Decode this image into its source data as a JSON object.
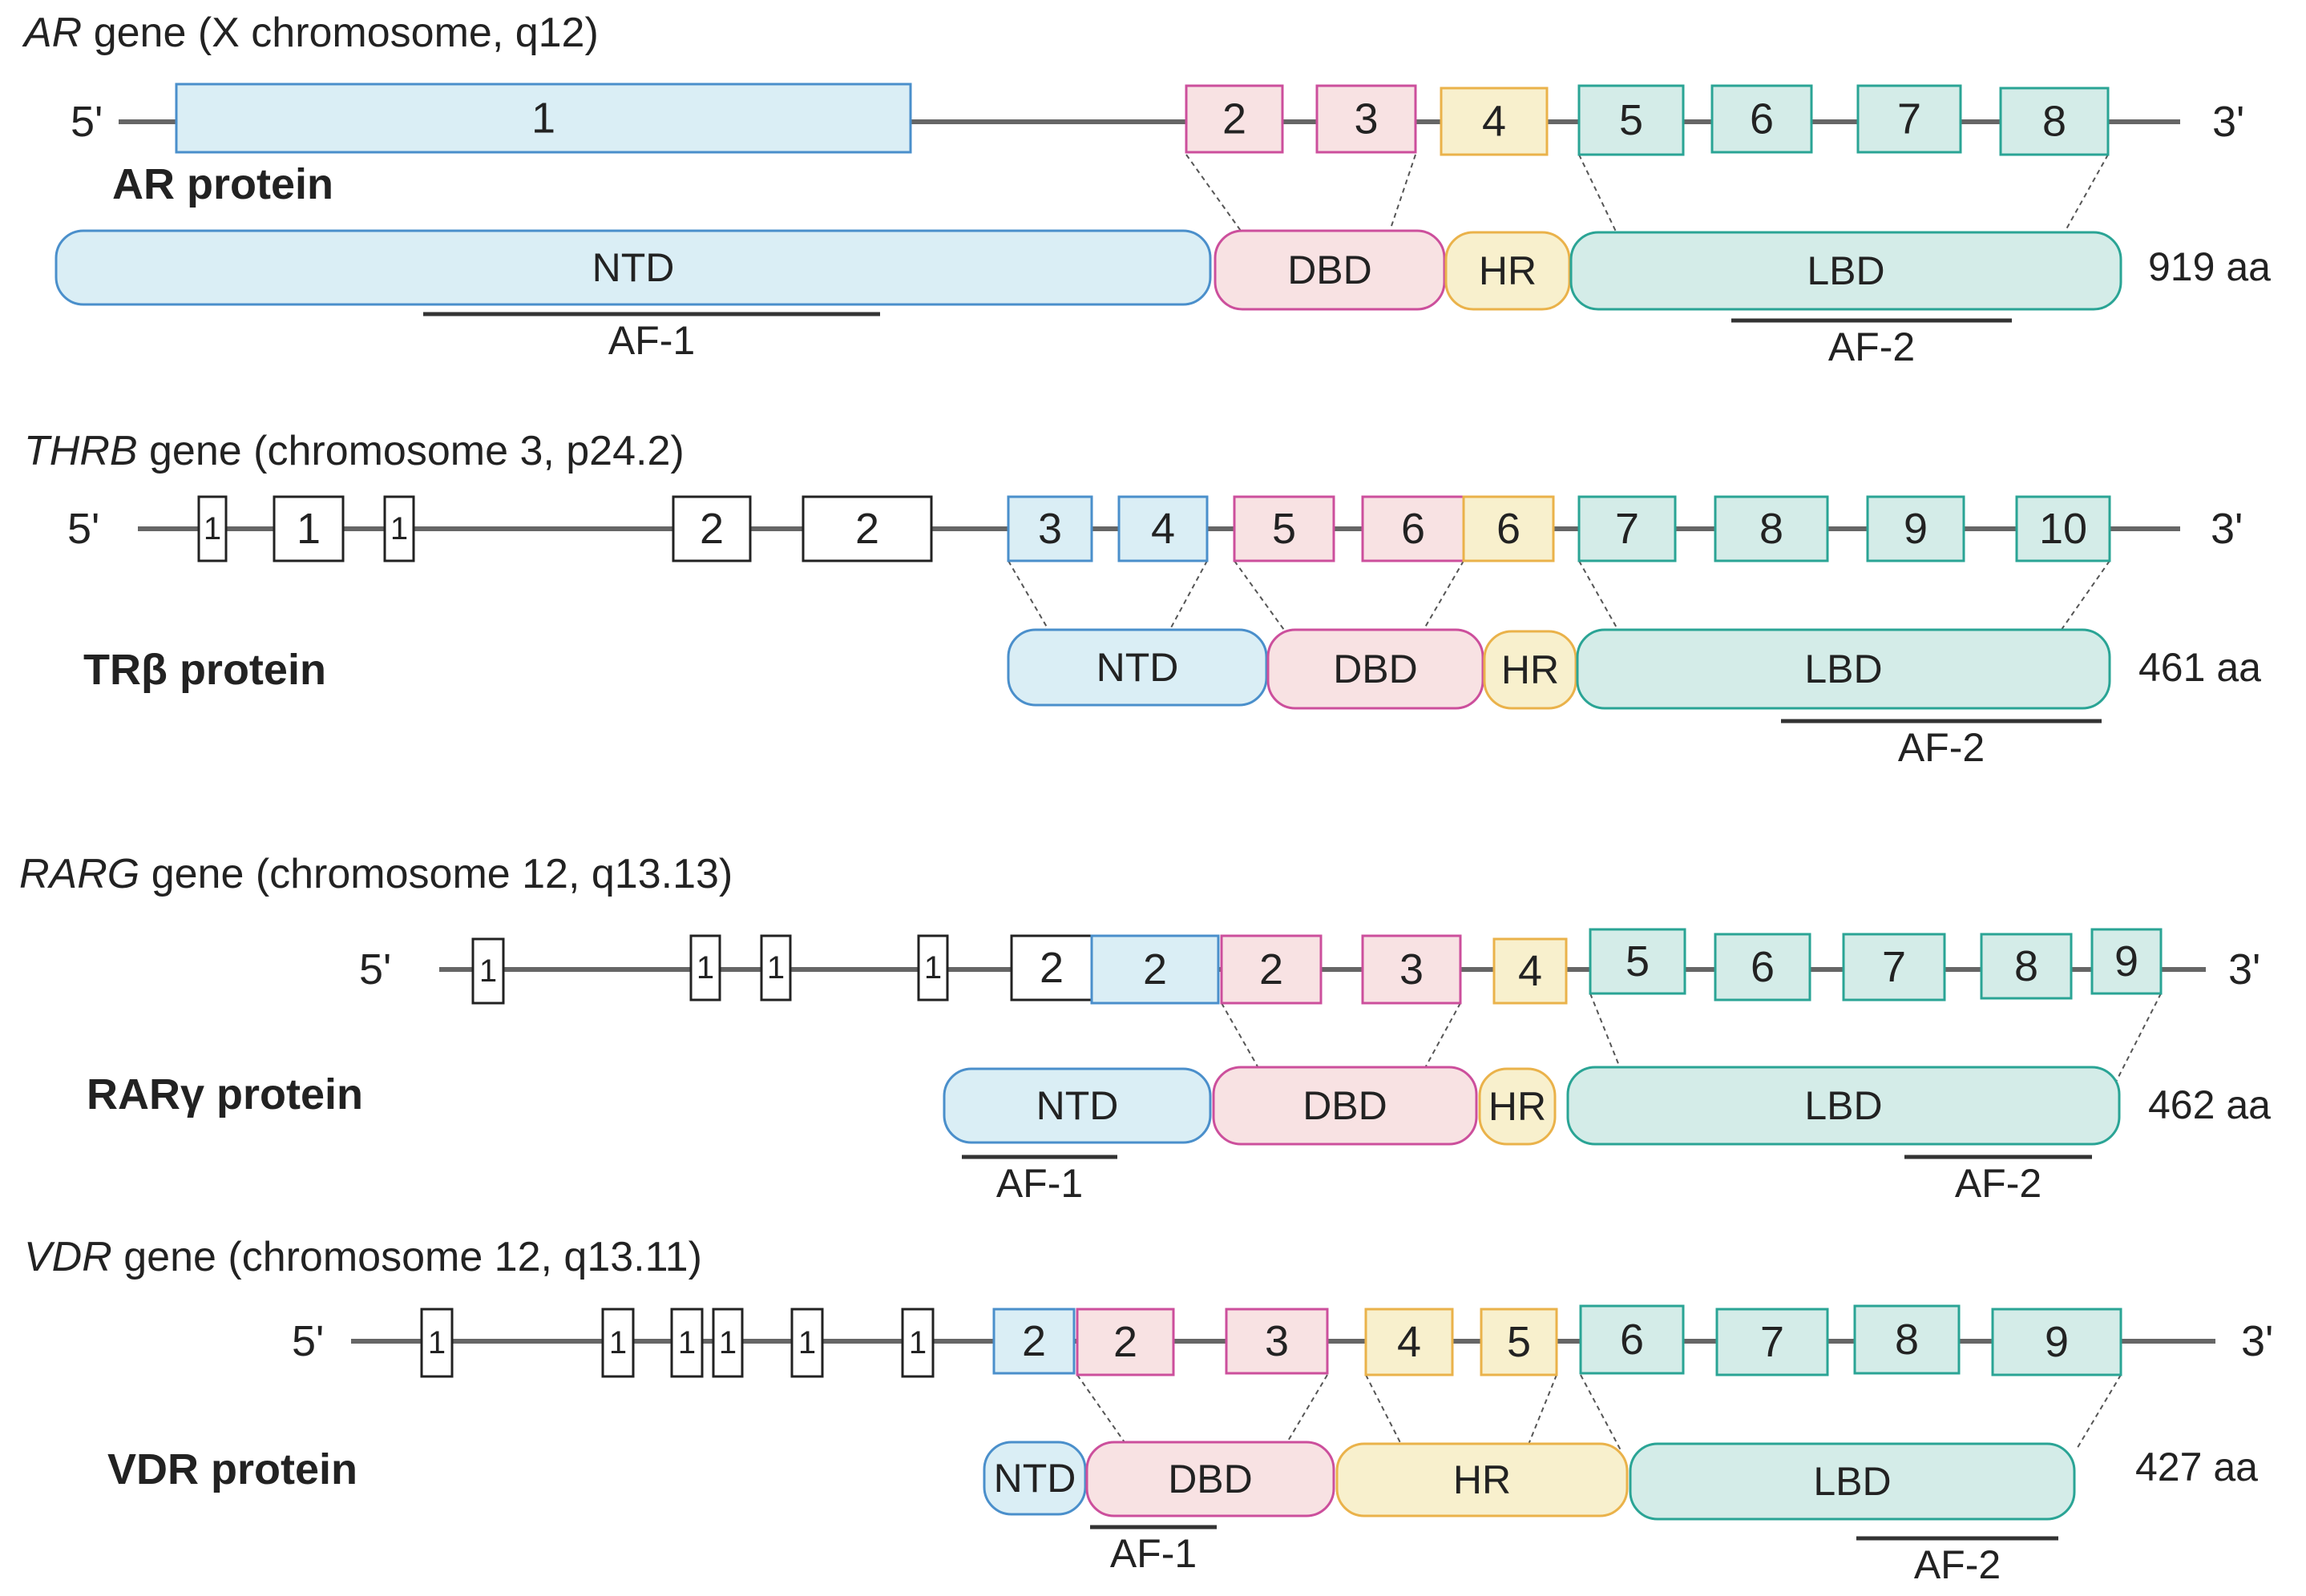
{
  "colors": {
    "NTD": {
      "fill": "#daeef5",
      "stroke": "#4a8fcb"
    },
    "DBD": {
      "fill": "#f8e2e3",
      "stroke": "#cc4f9c"
    },
    "HR": {
      "fill": "#f8f0cd",
      "stroke": "#eab24a"
    },
    "LBD": {
      "fill": "#d4ece8",
      "stroke": "#2aa495"
    },
    "plain": {
      "fill": "#ffffff",
      "stroke": "#222222"
    },
    "line": "#666666",
    "bar": "#333333"
  },
  "genes": [
    {
      "gene_symbol": "AR",
      "title_rest": " gene (X chromosome, q12)",
      "five_prime": "5'",
      "three_prime": "3'",
      "protein_label": "AR protein",
      "length": "919 aa",
      "exons": [
        {
          "label": "1",
          "type": "NTD"
        },
        {
          "label": "2",
          "type": "DBD"
        },
        {
          "label": "3",
          "type": "DBD"
        },
        {
          "label": "4",
          "type": "HR"
        },
        {
          "label": "5",
          "type": "LBD"
        },
        {
          "label": "6",
          "type": "LBD"
        },
        {
          "label": "7",
          "type": "LBD"
        },
        {
          "label": "8",
          "type": "LBD"
        }
      ],
      "domains": [
        {
          "label": "NTD",
          "type": "NTD"
        },
        {
          "label": "DBD",
          "type": "DBD"
        },
        {
          "label": "HR",
          "type": "HR"
        },
        {
          "label": "LBD",
          "type": "LBD"
        }
      ],
      "af_regions": [
        {
          "label": "AF-1"
        },
        {
          "label": "AF-2"
        }
      ]
    },
    {
      "gene_symbol": "THRB",
      "title_rest": " gene (chromosome 3, p24.2)",
      "five_prime": "5'",
      "three_prime": "3'",
      "protein_label": "TRβ protein",
      "length": "461 aa",
      "exons": [
        {
          "label": "1",
          "type": "plain"
        },
        {
          "label": "1",
          "type": "plain"
        },
        {
          "label": "1",
          "type": "plain"
        },
        {
          "label": "2",
          "type": "plain"
        },
        {
          "label": "2",
          "type": "plain"
        },
        {
          "label": "3",
          "type": "NTD"
        },
        {
          "label": "4",
          "type": "NTD"
        },
        {
          "label": "5",
          "type": "DBD"
        },
        {
          "label": "6",
          "type": "DBD"
        },
        {
          "label": "6",
          "type": "HR"
        },
        {
          "label": "7",
          "type": "LBD"
        },
        {
          "label": "8",
          "type": "LBD"
        },
        {
          "label": "9",
          "type": "LBD"
        },
        {
          "label": "10",
          "type": "LBD"
        }
      ],
      "domains": [
        {
          "label": "NTD",
          "type": "NTD"
        },
        {
          "label": "DBD",
          "type": "DBD"
        },
        {
          "label": "HR",
          "type": "HR"
        },
        {
          "label": "LBD",
          "type": "LBD"
        }
      ],
      "af_regions": [
        {
          "label": "AF-2"
        }
      ]
    },
    {
      "gene_symbol": "RARG",
      "title_rest": " gene (chromosome 12, q13.13)",
      "five_prime": "5'",
      "three_prime": "3'",
      "protein_label": "RARγ protein",
      "length": "462 aa",
      "exons": [
        {
          "label": "1",
          "type": "plain"
        },
        {
          "label": "1",
          "type": "plain"
        },
        {
          "label": "1",
          "type": "plain"
        },
        {
          "label": "1",
          "type": "plain"
        },
        {
          "label": "2",
          "type": "plain"
        },
        {
          "label": "2",
          "type": "NTD"
        },
        {
          "label": "2",
          "type": "DBD"
        },
        {
          "label": "3",
          "type": "DBD"
        },
        {
          "label": "4",
          "type": "HR"
        },
        {
          "label": "5",
          "type": "LBD"
        },
        {
          "label": "6",
          "type": "LBD"
        },
        {
          "label": "7",
          "type": "LBD"
        },
        {
          "label": "8",
          "type": "LBD"
        },
        {
          "label": "9",
          "type": "LBD"
        }
      ],
      "domains": [
        {
          "label": "NTD",
          "type": "NTD"
        },
        {
          "label": "DBD",
          "type": "DBD"
        },
        {
          "label": "HR",
          "type": "HR"
        },
        {
          "label": "LBD",
          "type": "LBD"
        }
      ],
      "af_regions": [
        {
          "label": "AF-1"
        },
        {
          "label": "AF-2"
        }
      ]
    },
    {
      "gene_symbol": "VDR",
      "title_rest": " gene (chromosome 12, q13.11)",
      "five_prime": "5'",
      "three_prime": "3'",
      "protein_label": "VDR protein",
      "length": "427 aa",
      "exons": [
        {
          "label": "1",
          "type": "plain"
        },
        {
          "label": "1",
          "type": "plain"
        },
        {
          "label": "1",
          "type": "plain"
        },
        {
          "label": "1",
          "type": "plain"
        },
        {
          "label": "1",
          "type": "plain"
        },
        {
          "label": "1",
          "type": "plain"
        },
        {
          "label": "2",
          "type": "NTD"
        },
        {
          "label": "2",
          "type": "DBD"
        },
        {
          "label": "3",
          "type": "DBD"
        },
        {
          "label": "4",
          "type": "HR"
        },
        {
          "label": "5",
          "type": "HR"
        },
        {
          "label": "6",
          "type": "LBD"
        },
        {
          "label": "7",
          "type": "LBD"
        },
        {
          "label": "8",
          "type": "LBD"
        },
        {
          "label": "9",
          "type": "LBD"
        }
      ],
      "domains": [
        {
          "label": "NTD",
          "type": "NTD"
        },
        {
          "label": "DBD",
          "type": "DBD"
        },
        {
          "label": "HR",
          "type": "HR"
        },
        {
          "label": "LBD",
          "type": "LBD"
        }
      ],
      "af_regions": [
        {
          "label": "AF-1"
        },
        {
          "label": "AF-2"
        }
      ]
    }
  ]
}
